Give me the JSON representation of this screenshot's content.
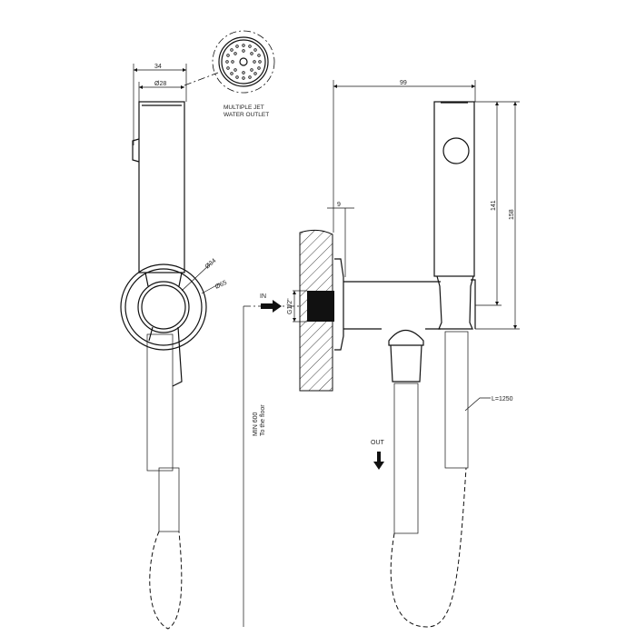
{
  "dimensions": {
    "width_34": "34",
    "diameter_28": "Ø28",
    "diameter_34": "Ø34",
    "diameter_65": "Ø65",
    "length_99": "99",
    "offset_9": "9",
    "height_141": "141",
    "height_158": "158",
    "thread": "G1/2\"",
    "min_height": "MIN 600",
    "min_height_note": "To the floor",
    "hose_length": "L=1250"
  },
  "labels": {
    "outlet_line1": "MULTIPLE JET",
    "outlet_line2": "WATER OUTLET",
    "inlet": "IN",
    "outlet": "OUT"
  },
  "colors": {
    "line": "#111111",
    "background": "#ffffff"
  }
}
